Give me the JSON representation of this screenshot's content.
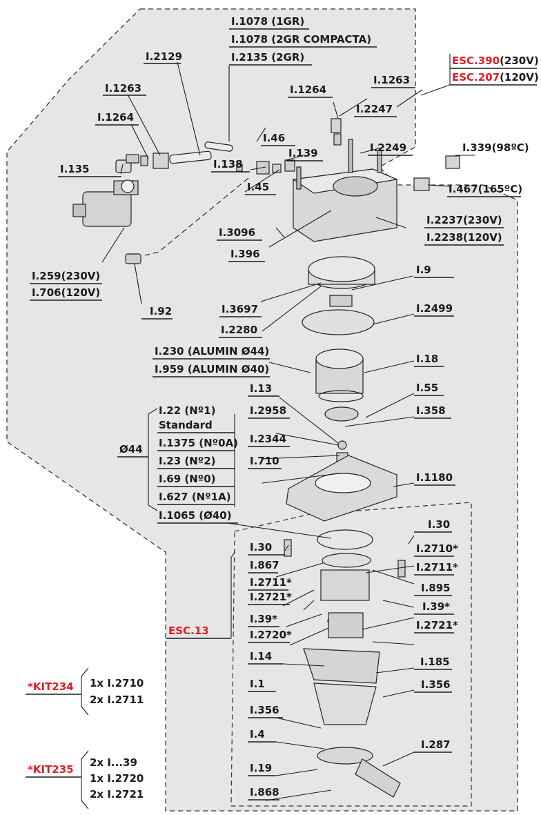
{
  "labels": {
    "l1078_1gr": "I.1078 (1GR)",
    "l1078_2gr": "I.1078 (2GR COMPACTA)",
    "l2135": "I.2135 (2GR)",
    "l2129": "I.2129",
    "l1263_a": "I.1263",
    "l1264_a": "I.1264",
    "l135": "I.135",
    "l1264_b": "I.1264",
    "l1263_b": "I.1263",
    "l2247": "I.2247",
    "l2249": "I.2249",
    "l46": "I.46",
    "l139": "I.139",
    "l138": "I.138",
    "l45": "I.45",
    "esc390_code": "ESC.390",
    "esc390_volt": "(230V)",
    "esc207_code": "ESC.207",
    "esc207_volt": "(120V)",
    "l339": "I.339(98ºC)",
    "l467": "I.467(165ºC)",
    "l3096": "I.3096",
    "l396": "I.396",
    "l2237": "I.2237(230V)",
    "l2238": "I.2238(120V)",
    "l259": "I.259(230V)",
    "l706": "I.706(120V)",
    "l92": "I.92",
    "l3697": "I.3697",
    "l9": "I.9",
    "l2280": "I.2280",
    "l2499": "I.2499",
    "l230": "I.230 (ALUMIN Ø44)",
    "l959": "I.959 (ALUMIN Ø40)",
    "l18": "I.18",
    "l13": "I.13",
    "l55": "I.55",
    "l22": "I.22 (Nº1)",
    "standard": "Standard",
    "l2958": "I.2958",
    "l358": "I.358",
    "l1375": "I.1375 (Nº0A)",
    "l2344": "I.2344",
    "d44": "Ø44",
    "l23": "I.23 (Nº2)",
    "l710": "I.710",
    "l69": "I.69 (Nº0)",
    "l1180": "I.1180",
    "l627": "I.627 (Nº1A)",
    "l1065": "I.1065 (Ø40)",
    "l30_a": "I.30",
    "l30_b": "I.30",
    "l2710s": "I.2710*",
    "l867": "I.867",
    "l2711s_a": "I.2711*",
    "l2711s_b": "I.2711*",
    "l2721s_a": "I.2721*",
    "l895": "I.895",
    "l39s_a": "I.39*",
    "l39s_b": "I.39*",
    "l2720s": "I.2720*",
    "l2721s_b": "I.2721*",
    "esc13": "ESC.13",
    "l14": "I.14",
    "l185": "I.185",
    "l1": "I.1",
    "l356_a": "I.356",
    "l356_b": "I.356",
    "l4": "I.4",
    "l287": "I.287",
    "l19": "I.19",
    "l868": "I.868"
  },
  "kits": {
    "kit234": {
      "name": "*KIT234",
      "items": [
        "1x I.2710",
        "2x I.2711"
      ]
    },
    "kit235": {
      "name": "*KIT235",
      "items": [
        "2x I...39",
        "1x I.2720",
        "2x I.2721"
      ]
    }
  },
  "colors": {
    "region_fill": "#e4e6e8",
    "accent_red": "#e41c23",
    "text": "#1a1a1a"
  }
}
